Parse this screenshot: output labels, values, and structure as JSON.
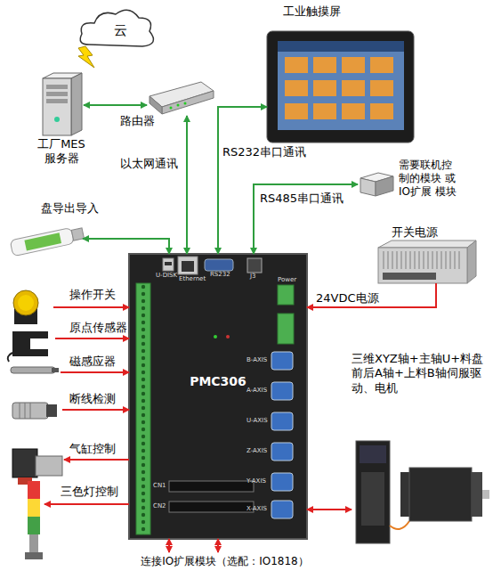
{
  "diagram": {
    "nodes": [
      {
        "text": [
          "云"
        ]
      },
      {
        "text": [
          "工业触摸屏"
        ]
      },
      {
        "text": [
          "工厂MES 服务器"
        ]
      },
      {
        "text": [
          "路由器"
        ]
      },
      {
        "text": [
          "需要联机控 制的模块 或 IO扩展 模块"
        ]
      },
      {
        "text": [
          "盘导出导入"
        ]
      },
      {
        "text": [
          "开关电源"
        ]
      },
      {
        "text": [
          "PMC306"
        ]
      },
      {
        "text": [
          "操作开关"
        ]
      },
      {
        "text": [
          "原点传感器"
        ]
      },
      {
        "text": [
          "磁感应器"
        ]
      },
      {
        "text": [
          "断线检测"
        ]
      },
      {
        "text": [
          "气缸控制"
        ]
      },
      {
        "text": [
          "三色灯控制"
        ]
      },
      {
        "text": [
          "三维XYZ轴+主轴U+料盘 前后A轴+上料B轴伺服驱 动、电机"
        ]
      },
      {
        "text": [
          "连接IO扩展模块（选配：IO1818）"
        ]
      }
    ],
    "edges": [
      {
        "from": 2,
        "to": 3,
        "arrow": "both"
      },
      {
        "from": 3,
        "to": 7,
        "label": "以太网通讯",
        "arrow": "both"
      },
      {
        "from": 1,
        "to": 7,
        "label": "RS232串口通讯",
        "arrow": "both"
      },
      {
        "from": 4,
        "to": 7,
        "label": "RS485串口通讯",
        "arrow": "both"
      },
      {
        "from": 6,
        "to": 7,
        "label": "24VDC电源",
        "arrow": "to"
      },
      {
        "from": 5,
        "to": 7,
        "arrow": "both"
      },
      {
        "from": 8,
        "to": 7,
        "arrow": "to"
      },
      {
        "from": 9,
        "to": 7,
        "arrow": "to"
      },
      {
        "from": 10,
        "to": 7,
        "arrow": "to"
      },
      {
        "from": 11,
        "to": 7,
        "arrow": "to"
      },
      {
        "from": 7,
        "to": 12,
        "arrow": "to"
      },
      {
        "from": 7,
        "to": 13,
        "arrow": "to"
      },
      {
        "from": 7,
        "to": 14,
        "arrow": "both"
      },
      {
        "from": 7,
        "to": 15,
        "arrow": "both"
      },
      {
        "from": 7,
        "to": 15,
        "arrow": "both"
      }
    ],
    "labels": [
      "U-DISK",
      "Ethernet",
      "RS232",
      "J3",
      "Power",
      "B-AXIS",
      "A-AXIS",
      "U-AXIS",
      "Z-AXIS",
      "Y-AXIS",
      "X-AXIS",
      "CN1",
      "CN2"
    ]
  }
}
